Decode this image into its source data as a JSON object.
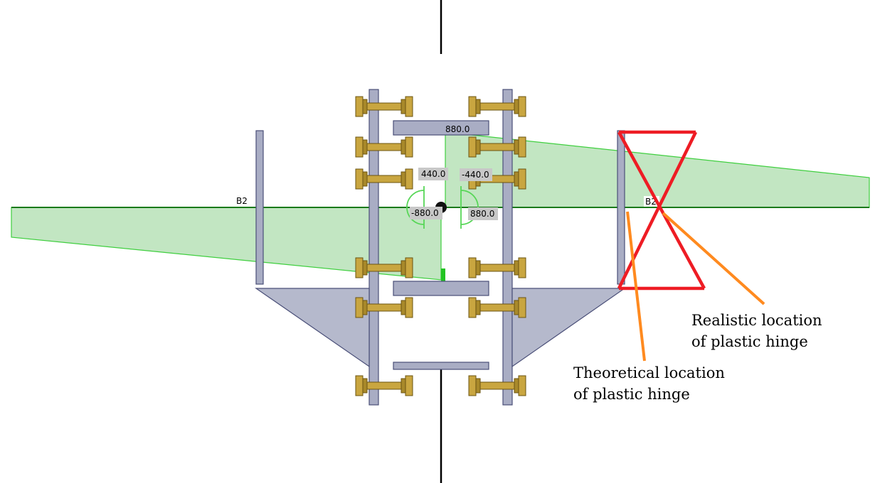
{
  "labels": {
    "beam_left": "B2",
    "beam_right": "B2",
    "value_top": "880.0",
    "value_440": "440.0",
    "value_neg440": "-440.0",
    "value_neg880": "-880.0",
    "value_880": "880.0"
  },
  "annotations": {
    "realistic_line1": "Realistic location",
    "realistic_line2": "of plastic hinge",
    "theoretical_line1": "Theoretical location",
    "theoretical_line2": "of plastic hinge"
  },
  "colors": {
    "diagram_fill": "#a8dca8",
    "diagram_edge": "#3fcf3f",
    "beam_axis": "#1a7a1a",
    "plate": "#a9adc4",
    "bolt": "#c9a640",
    "hinge_mark": "#ee1c24",
    "pointer": "#ff8a1f"
  }
}
